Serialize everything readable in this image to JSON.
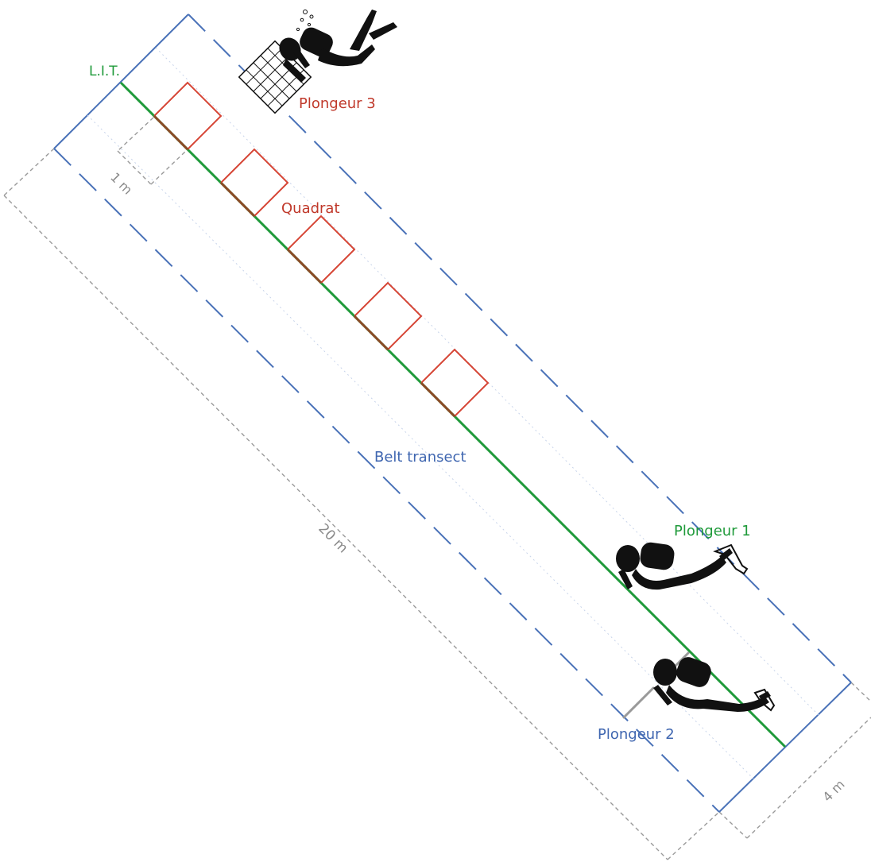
{
  "labels": {
    "lit": "L.I.T.",
    "diver1": "Plongeur 1",
    "diver2": "Plongeur 2",
    "diver3": "Plongeur 3",
    "quadrat": "Quadrat",
    "belt_transect": "Belt transect"
  },
  "dimensions": {
    "quadrat_side": "1 m",
    "transect_length": "20 m",
    "belt_width": "4 m"
  },
  "colors": {
    "lit_line": "#1f9a3a",
    "belt": "#4a72b8",
    "quadrat": "#d64535",
    "quadrat_base": "#8a4a25",
    "dimension": "#9a9a9a",
    "diver": "#111111",
    "label_green": "#1f9a3a",
    "label_blue": "#3f66b0",
    "label_red": "#c0392b",
    "label_gray": "#8a8a8a"
  },
  "quadrat_count": 5,
  "icons": {
    "diver1": "scuba-diver-icon",
    "diver2": "scuba-diver-icon",
    "diver3": "scuba-diver-with-grid-icon"
  }
}
